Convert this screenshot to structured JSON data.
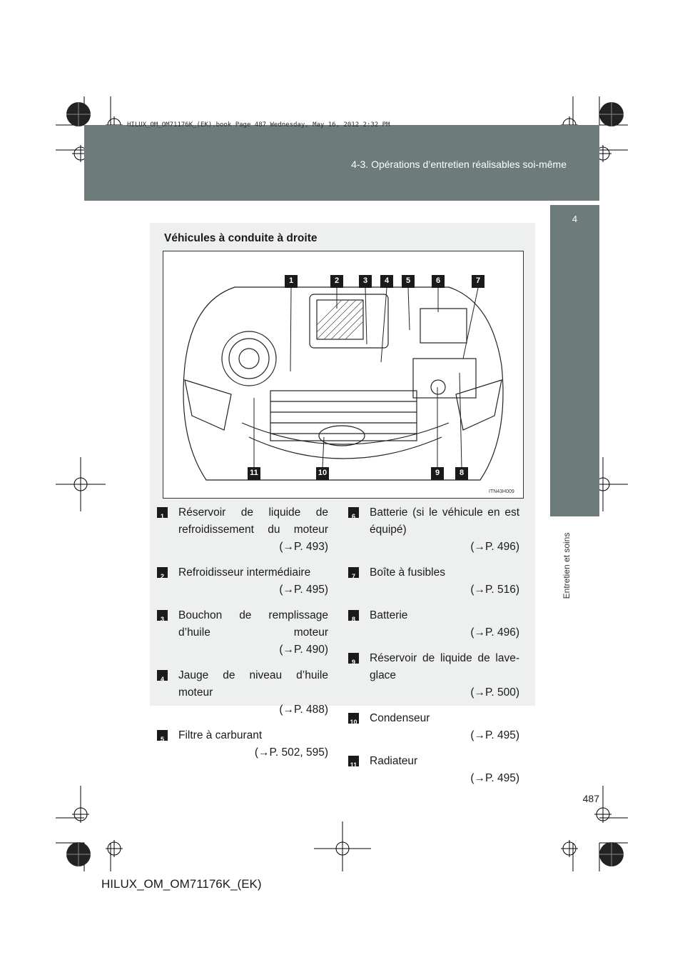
{
  "header": {
    "print_line": "HILUX_OM_OM71176K_(EK).book  Page 487  Wednesday, May 16, 2012  2:32 PM",
    "section_title": "4-3. Opérations d’entretien réalisables soi-même",
    "chapter_number": "4",
    "chapter_label": "Entretien et soins"
  },
  "panel": {
    "title": "Véhicules à conduite à droite",
    "figure_code": "ITN43H009",
    "callouts": [
      "1",
      "2",
      "3",
      "4",
      "5",
      "6",
      "7",
      "8",
      "9",
      "10",
      "11"
    ],
    "items_left": [
      {
        "num": "1",
        "text": "Réservoir de liquide de refroidissement du moteur",
        "ref": "(→P. 493)"
      },
      {
        "num": "2",
        "text": "Refroidisseur intermédiaire",
        "ref": "(→P. 495)"
      },
      {
        "num": "3",
        "text": "Bouchon de remplissage d’huile moteur",
        "ref": "(→P. 490)"
      },
      {
        "num": "4",
        "text": "Jauge de niveau d’huile moteur",
        "ref": "(→P. 488)"
      },
      {
        "num": "5",
        "text": "Filtre à carburant",
        "ref": "(→P. 502, 595)"
      }
    ],
    "items_right": [
      {
        "num": "6",
        "text": "Batterie (si le véhicule en est équipé)",
        "ref": "(→P. 496)"
      },
      {
        "num": "7",
        "text": "Boîte à fusibles",
        "ref": "(→P. 516)"
      },
      {
        "num": "8",
        "text": "Batterie",
        "ref": "(→P. 496)"
      },
      {
        "num": "9",
        "text": "Réservoir de liquide de lave-glace",
        "ref": "(→P. 500)"
      },
      {
        "num": "10",
        "text": "Condenseur",
        "ref": "(→P. 495)"
      },
      {
        "num": "11",
        "text": "Radiateur",
        "ref": "(→P. 495)"
      }
    ]
  },
  "footer": {
    "page_number": "487",
    "doc_code": "HILUX_OM_OM71176K_(EK)"
  }
}
